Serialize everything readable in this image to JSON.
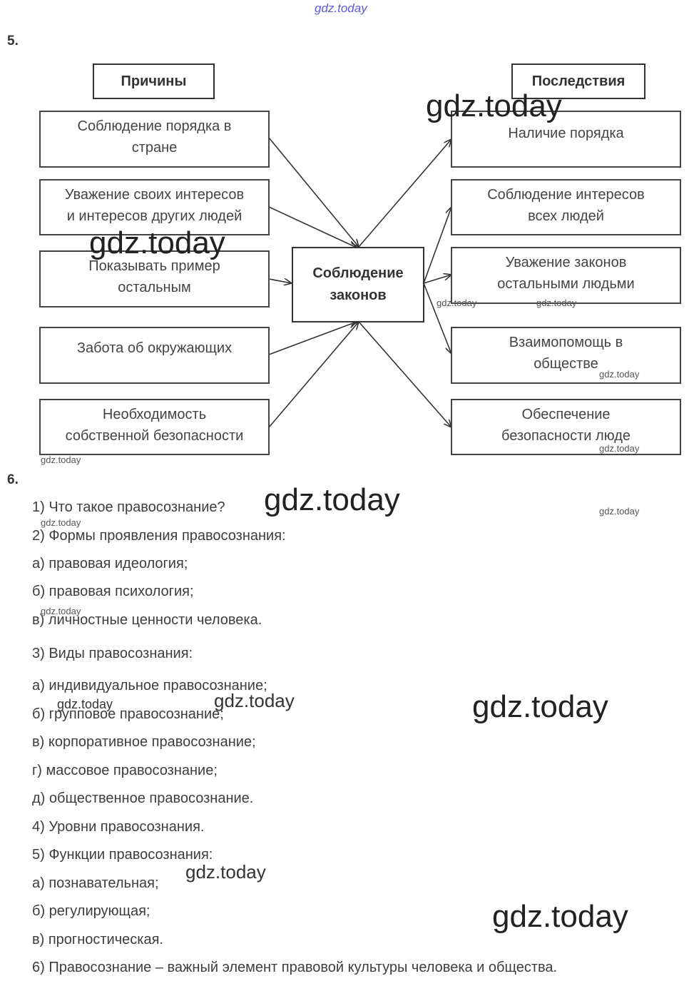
{
  "watermark": "gdz.today",
  "task5": {
    "number": "5.",
    "causes_header": "Причины",
    "effects_header": "Последствия",
    "center": [
      "Соблюдение",
      "законов"
    ],
    "causes": [
      [
        "Соблюдение порядка в",
        "стране"
      ],
      [
        "Уважение своих интересов",
        "и интересов других людей"
      ],
      [
        "Показывать пример",
        "остальным"
      ],
      [
        "Забота об окружающих"
      ],
      [
        "Необходимость",
        "собственной безопасности"
      ]
    ],
    "effects": [
      [
        "Наличие порядка"
      ],
      [
        "Соблюдение интересов",
        "всех людей"
      ],
      [
        "Уважение законов",
        "остальными людьми"
      ],
      [
        "Взаимопомощь в",
        "обществе"
      ],
      [
        "Обеспечение",
        "безопасности люде"
      ]
    ]
  },
  "task6": {
    "number": "6.",
    "lines": [
      "1) Что такое правосознание?",
      "2) Формы проявления правосознания:",
      "а) правовая идеология;",
      "б) правовая психология;",
      "в) личностные ценности человека.",
      "3) Виды правосознания:",
      "а) индивидуальное правосознание;",
      "б) групповое правосознание;",
      "в) корпоративное правосознание;",
      "г) массовое правосознание;",
      "д) общественное правосознание.",
      "4) Уровни правосознания.",
      "5) Функции правосознания:",
      "а) познавательная;",
      "б) регулирующая;",
      "в) прогностическая.",
      "6) Правосознание – важный элемент правовой культуры человека и общества."
    ]
  }
}
